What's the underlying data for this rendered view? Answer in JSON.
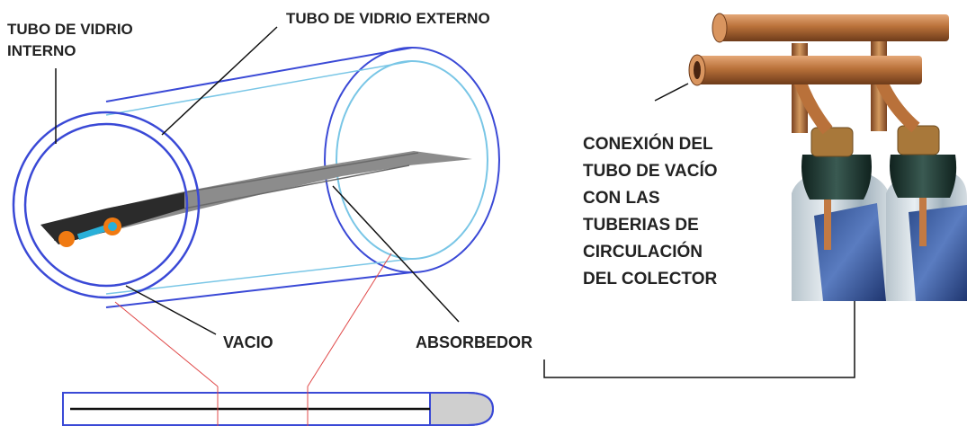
{
  "labels": {
    "inner_tube_line1": "TUBO DE VIDRIO",
    "inner_tube_line2": "INTERNO",
    "outer_tube": "TUBO  DE VIDRIO EXTERNO",
    "vacuum": "VACIO",
    "absorber": "ABSORBEDOR",
    "connection_lines": [
      "CONEXIÓN DEL",
      "TUBO DE VACÍO",
      "CON LAS",
      "TUBERIAS DE",
      "CIRCULACIÓN",
      "DEL COLECTOR"
    ]
  },
  "colors": {
    "outer_glass": "#3a49d6",
    "far_glass": "#79c6e6",
    "absorber": "#8c8c8c",
    "absorber_dark": "#2b2b2b",
    "section_lines": "#e04848",
    "connector": "#f07a12",
    "pipe_core": "#29b0d9",
    "copper": "#b9713a",
    "label": "#222222"
  }
}
